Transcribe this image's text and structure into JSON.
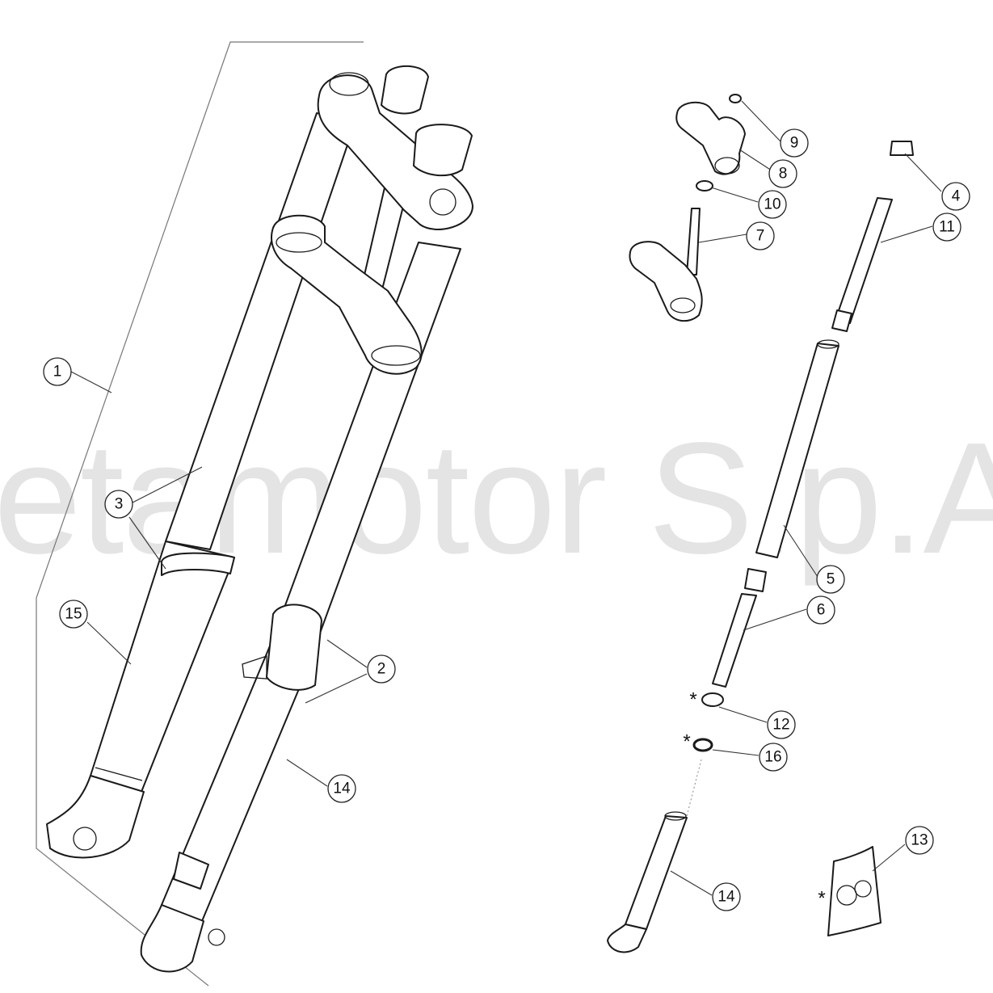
{
  "watermark": "etamotor S.p.A",
  "callouts": [
    {
      "label": "1"
    },
    {
      "label": "2"
    },
    {
      "label": "3"
    },
    {
      "label": "4"
    },
    {
      "label": "5"
    },
    {
      "label": "6"
    },
    {
      "label": "7"
    },
    {
      "label": "8"
    },
    {
      "label": "9"
    },
    {
      "label": "10"
    },
    {
      "label": "11"
    },
    {
      "label": "12"
    },
    {
      "label": "13"
    },
    {
      "label": "14"
    },
    {
      "label": "14"
    },
    {
      "label": "15"
    },
    {
      "label": "16"
    }
  ],
  "markers": [
    "*",
    "*",
    "*"
  ]
}
